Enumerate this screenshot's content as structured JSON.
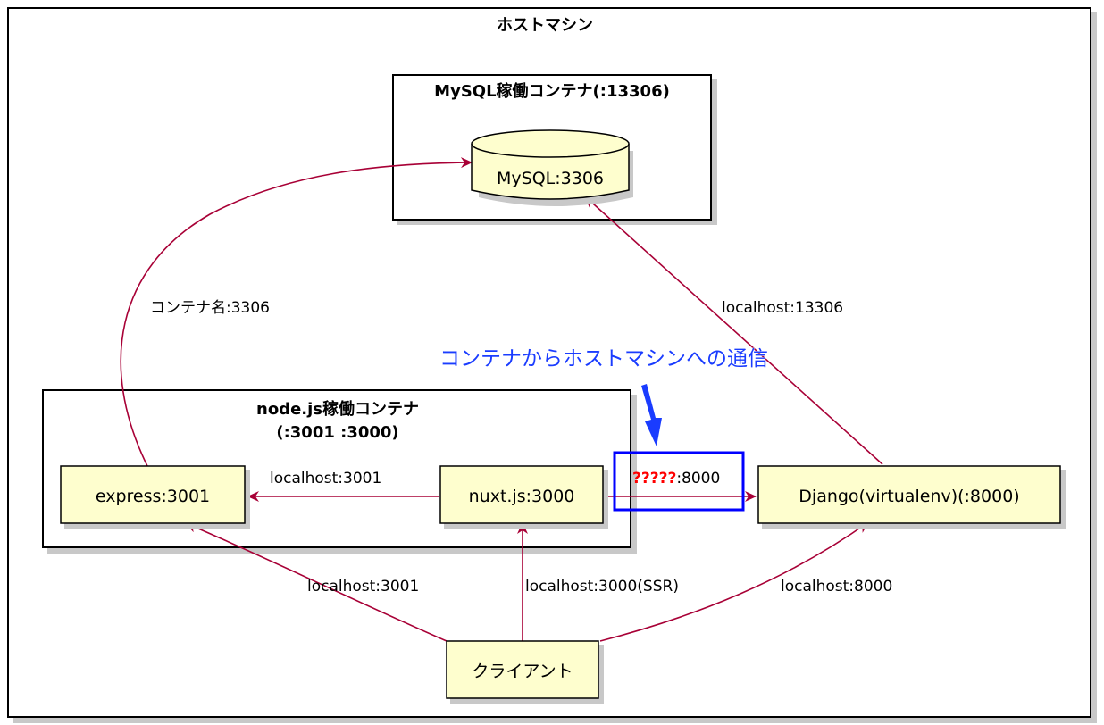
{
  "host": {
    "title": "ホストマシン"
  },
  "mysql_container": {
    "title": "MySQL稼働コンテナ(:13306)"
  },
  "node_container": {
    "title_line1": "node.js稼働コンテナ",
    "title_line2": "(:3001 :3000)"
  },
  "nodes": {
    "mysql": "MySQL:3306",
    "express": "express:3001",
    "nuxt": "nuxt.js:3000",
    "django": "Django(virtualenv)(:8000)",
    "client": "クライアント"
  },
  "edges": {
    "express_to_mysql": "コンテナ名:3306",
    "django_to_mysql": "localhost:13306",
    "nuxt_to_express": "localhost:3001",
    "nuxt_to_django_unknown": "?????",
    "nuxt_to_django_port": ":8000",
    "client_to_express": "localhost:3001",
    "client_to_nuxt": "localhost:3000(SSR)",
    "client_to_django": "localhost:8000"
  },
  "annotation": {
    "text": "コンテナからホストマシンへの通信"
  },
  "colors": {
    "node_fill": "#fefece",
    "edge": "#a80036",
    "annotation": "#1a3cff",
    "highlight_box": "#0000ff",
    "unknown_text": "#ff0000"
  }
}
